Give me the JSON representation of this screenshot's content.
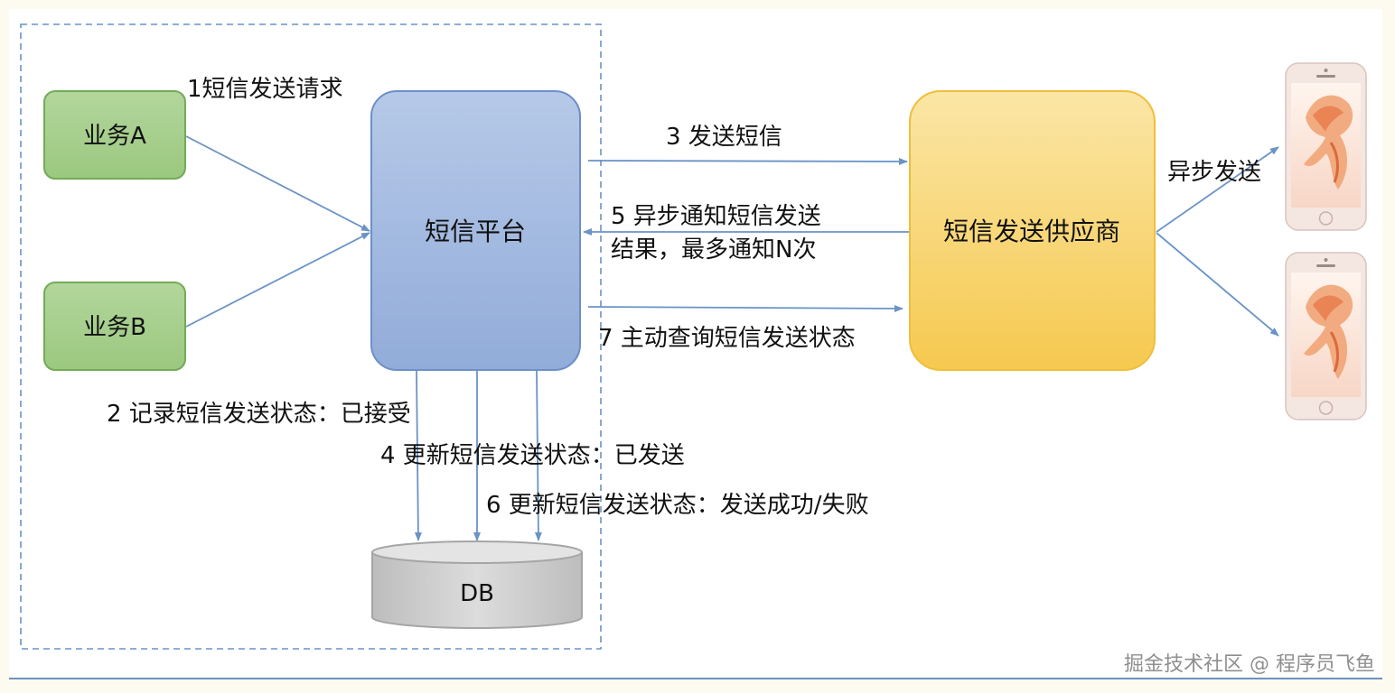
{
  "nodes": {
    "biz_a": "业务A",
    "biz_b": "业务B",
    "sms_platform": "短信平台",
    "sms_provider": "短信发送供应商",
    "db": "DB"
  },
  "steps": {
    "s1": "1短信发送请求",
    "s2": "2 记录短信发送状态：已接受",
    "s3": "3 发送短信",
    "s4": "4 更新短信发送状态：已发送",
    "s5_line1": "5 异步通知短信发送",
    "s5_line2": "结果，最多通知N次",
    "s6": "6 更新短信发送状态：发送成功/失败",
    "s7": "7 主动查询短信发送状态",
    "async_send": "异步发送"
  },
  "watermark": "掘金技术社区 @ 程序员飞鱼",
  "colors": {
    "page_bg": "#fdfaf0",
    "white_panel": "#ffffff",
    "green_box": "#a8d08d",
    "green_border": "#6aa84f",
    "blue_box_top": "#b4c7e7",
    "blue_box_bottom": "#8eaadb",
    "blue_border": "#6d8fc8",
    "yellow_box_top": "#fbe5a3",
    "yellow_box_bottom": "#f5c64a",
    "yellow_border": "#e8b830",
    "arrow": "#6a93c6",
    "dashed_border": "#6a93c6",
    "db_fill": "#d0d0d0",
    "db_border": "#a5a5a5"
  },
  "icons": [
    "phone-icon",
    "phone-icon"
  ]
}
